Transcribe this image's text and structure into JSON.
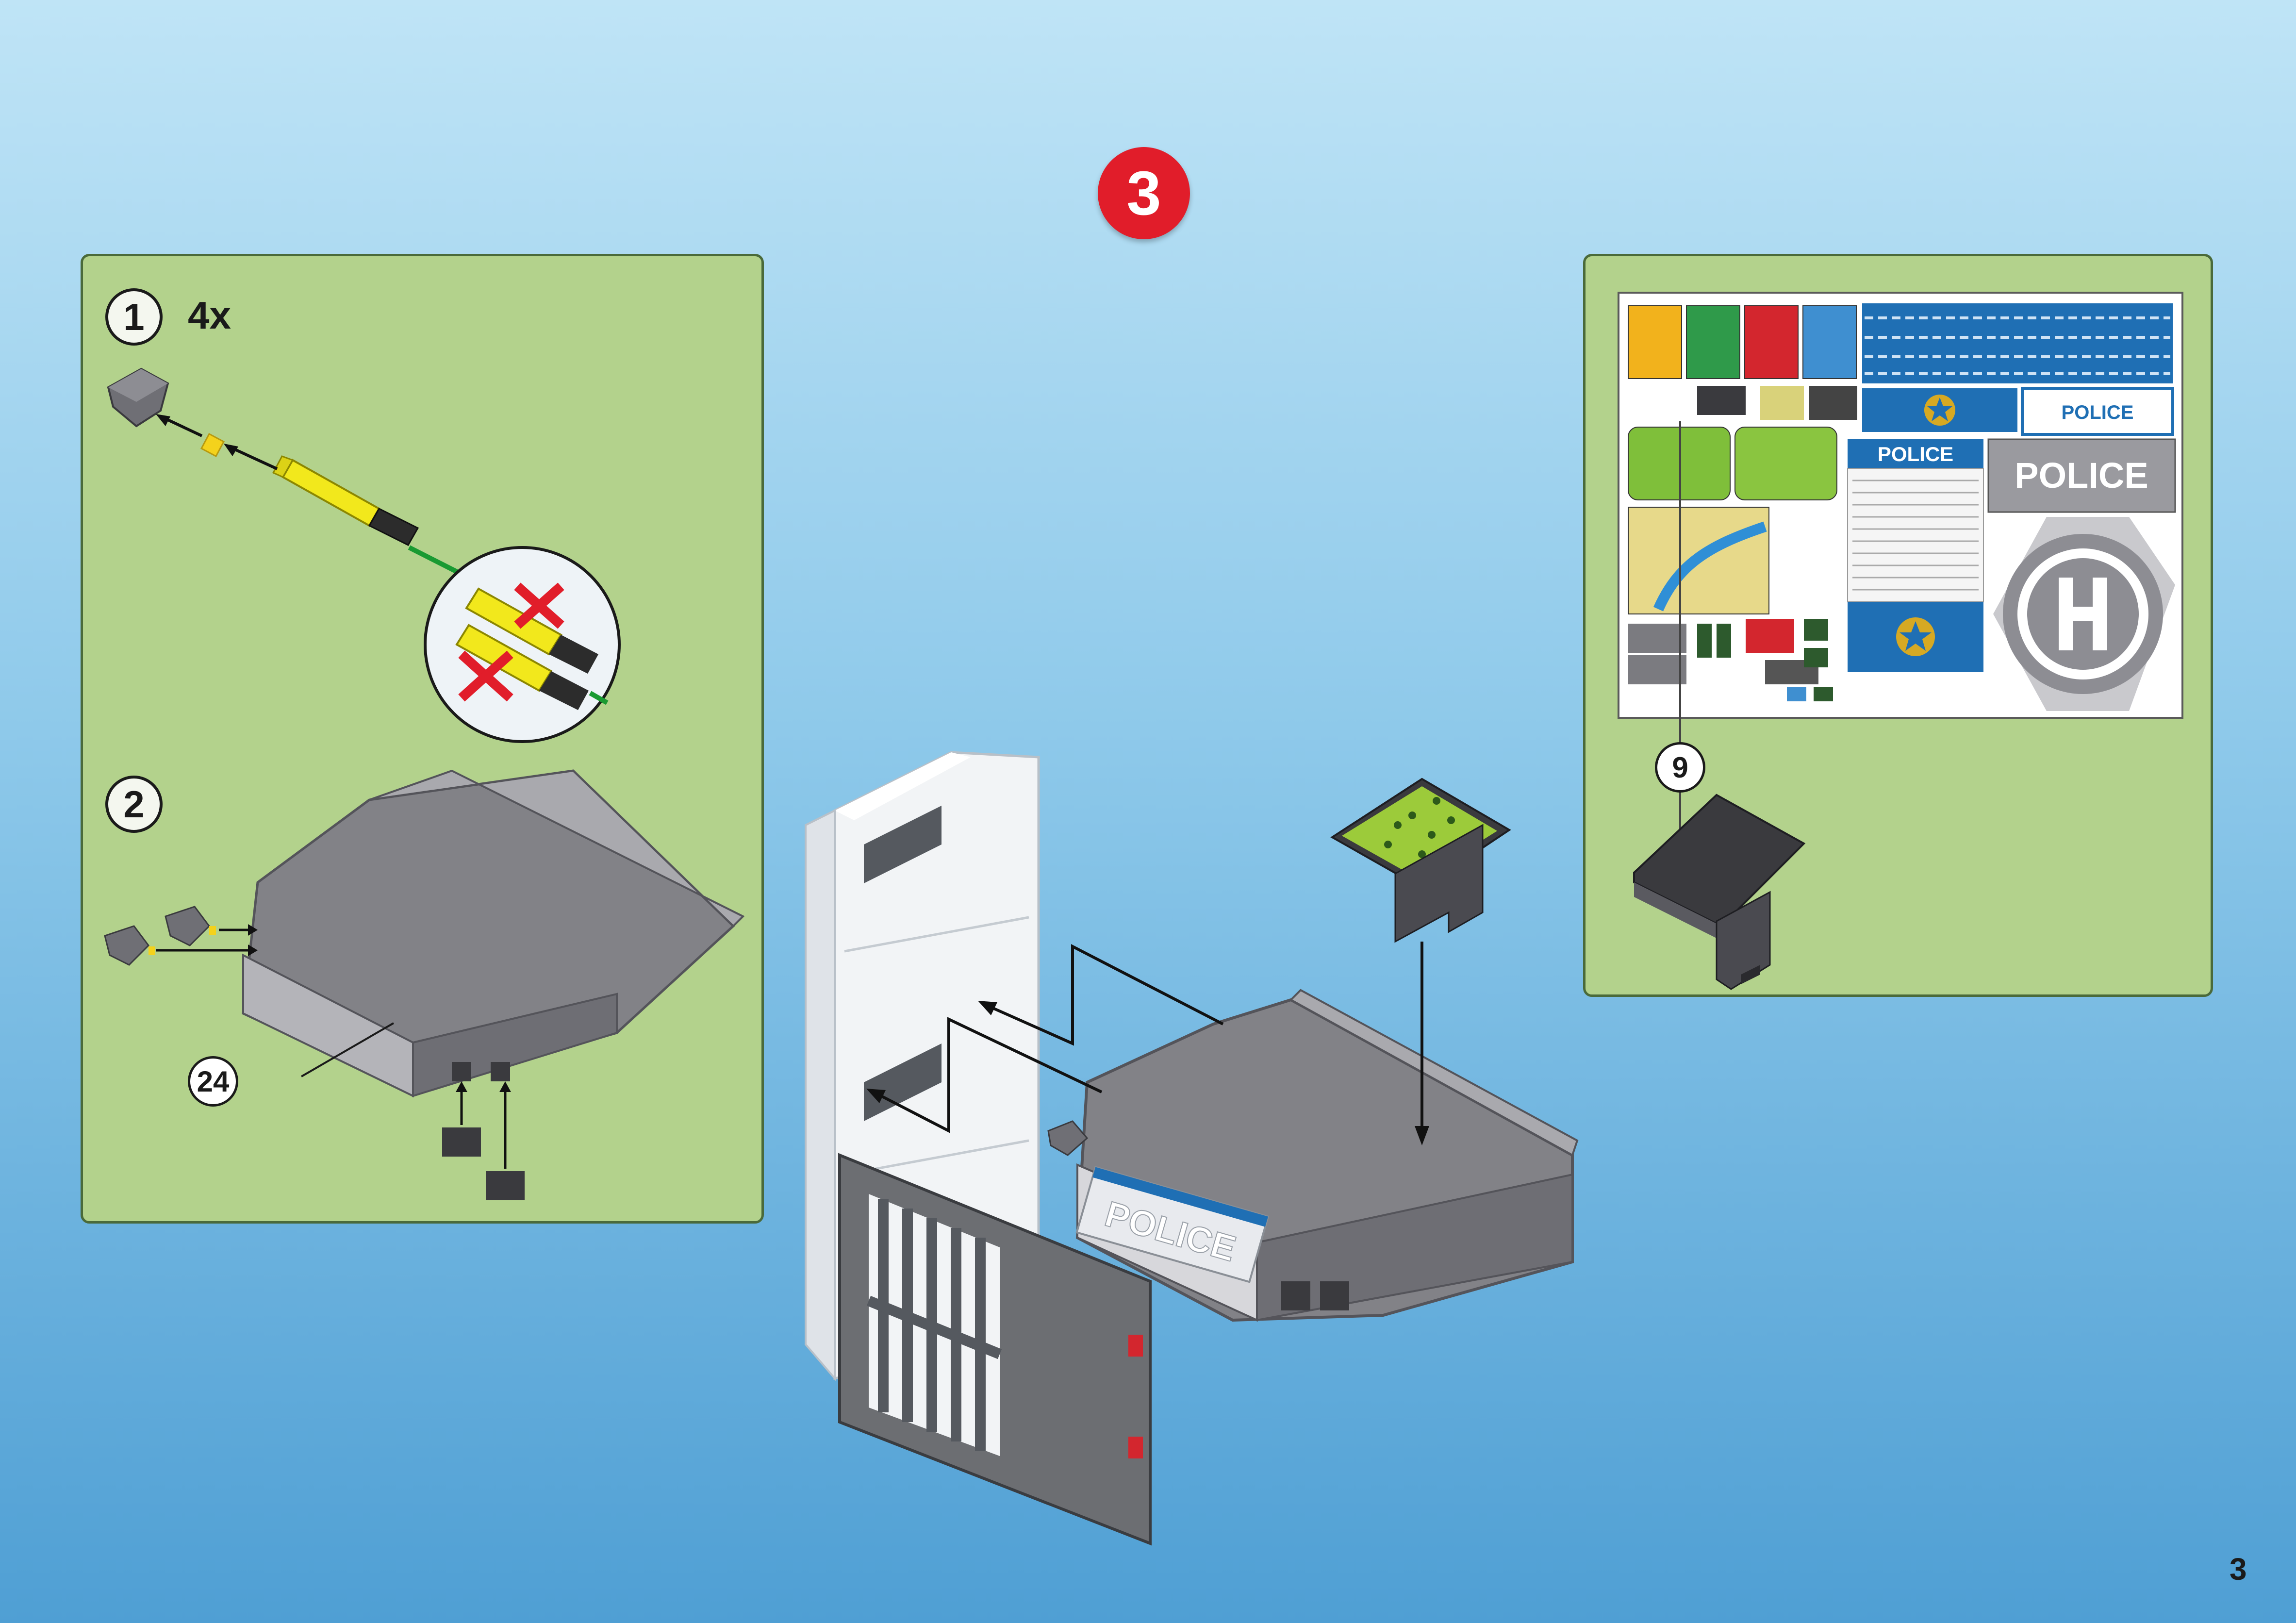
{
  "page": {
    "number": "3"
  },
  "main_step": {
    "number": "3"
  },
  "left_panel": {
    "substep1": {
      "number": "1",
      "quantity": "4x"
    },
    "substep2": {
      "number": "2",
      "callout": "24"
    }
  },
  "right_panel": {
    "callout": "9"
  },
  "stickers": {
    "police_label_1": "POLICE",
    "police_label_2": "POLICE",
    "police_label_3": "POLICE"
  },
  "building": {
    "sign_text": "POLICE"
  },
  "colors": {
    "background_top": "#bfe4f6",
    "background_bottom": "#4f9fd4",
    "panel_green": "#b3d28c",
    "step_red": "#e11d2a",
    "police_blue": "#1f6fb4",
    "part_gray": "#7e7e84",
    "part_yellow": "#f2e81c"
  },
  "icons": [
    "wrong-assembly-cross-icon",
    "police-badge-icon",
    "helipad-h-icon",
    "arrow-icon"
  ]
}
